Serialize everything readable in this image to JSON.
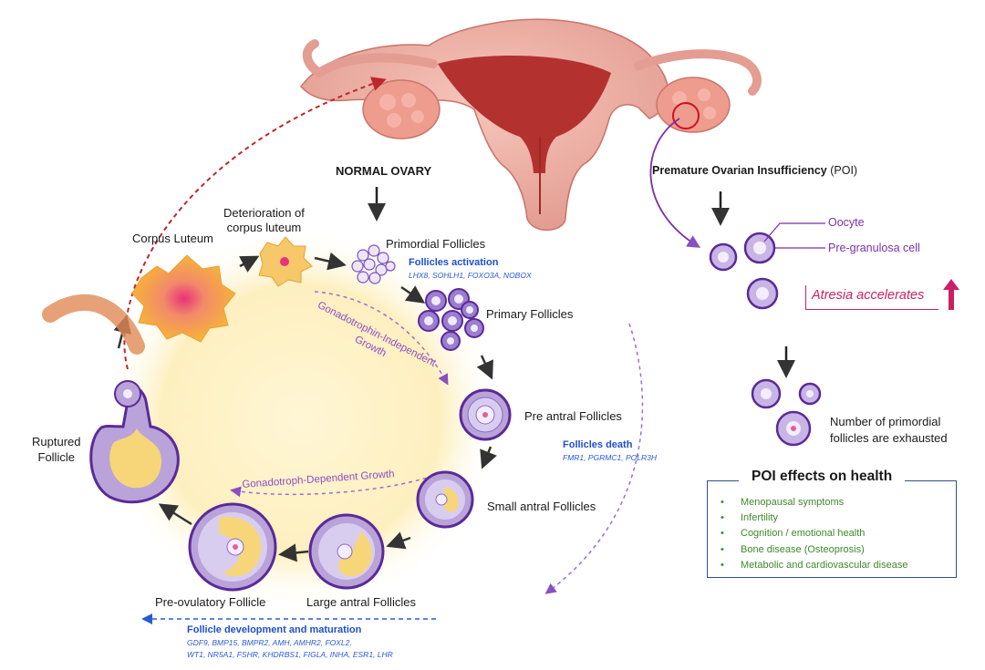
{
  "labels": {
    "normal_ovary": "NORMAL OVARY",
    "poi_title_main": "Premature Ovarian Insufficiency",
    "poi_title_abbr": "(POI)",
    "corpus_luteum": "Corpus Luteum",
    "deterioration_1": "Deterioration of",
    "deterioration_2": "corpus luteum",
    "primordial": "Primordial Follicles",
    "primary": "Primary Follicles",
    "pre_antral": "Pre antral Follicles",
    "small_antral": "Small antral Follicles",
    "large_antral": "Large antral Follicles",
    "pre_ovulatory": "Pre-ovulatory Follicle",
    "ruptured_1": "Ruptured",
    "ruptured_2": "Follicle",
    "gi_growth_1": "Gonadotrophin-Independent",
    "gi_growth_2": "Growth",
    "gd_growth": "Gonadotroph-Dependent Growth",
    "oocyte": "Oocyte",
    "pre_granulosa": "Pre-granulosa cell",
    "atresia": "Atresia accelerates",
    "exhausted_1": "Number of primordial",
    "exhausted_2": "follicles are exhausted"
  },
  "gene_groups": {
    "activation": {
      "title": "Follicles activation",
      "genes": "LHX8, SOHLH1, FOXO3A, NOBOX"
    },
    "death": {
      "title": "Follicles death",
      "genes": "FMR1, PGRMC1, POLR3H"
    },
    "development": {
      "title": "Follicle development and maturation",
      "genes_line1": "GDF9, BMP15, BMPR2, AMH, AMHR2, FOXL2,",
      "genes_line2": "WT1, NR5A1, FSHR, KHDRBS1, FIGLA, INHA, ESR1, LHR"
    }
  },
  "poi_effects": {
    "title": "POI effects on health",
    "items": [
      "Menopausal symptoms",
      "Infertility",
      "Cognition / emotional health",
      "Bone disease (Osteoprosis)",
      "Metabolic and cardiovascular disease"
    ]
  },
  "colors": {
    "follicle_purple": "#6b2fa8",
    "follicle_fill": "#b9a3d9",
    "gene_blue": "#2a5bd6",
    "effects_green": "#3f8a2a",
    "atresia_pink": "#cc1f63",
    "uterus_pink": "#e7a39a",
    "dashed_red": "#c0262d"
  }
}
